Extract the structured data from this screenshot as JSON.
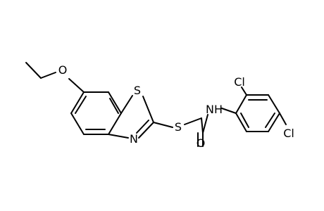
{
  "molecule": {
    "atoms": {
      "o_ether": "O",
      "s_ring": "S",
      "n_ring": "N",
      "s_thio": "S",
      "nh_amide": "NH",
      "o_carbonyl": "O",
      "cl_ortho": "Cl",
      "cl_para": "Cl"
    }
  }
}
